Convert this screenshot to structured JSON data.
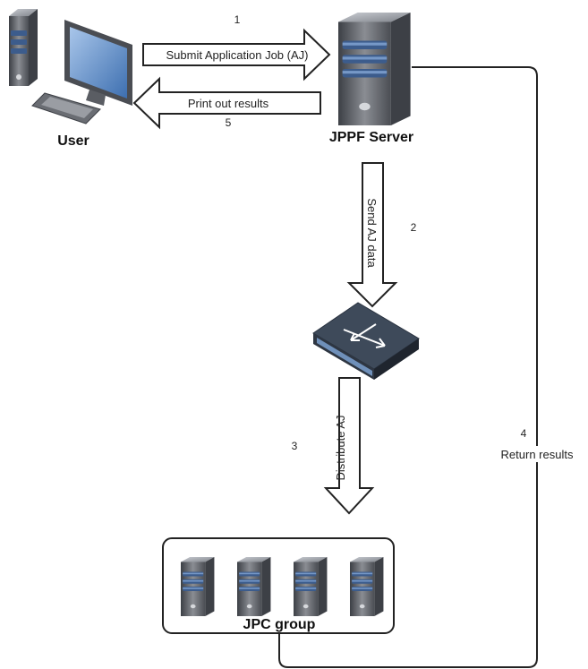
{
  "nodes": {
    "user": "User",
    "server": "JPPF Server",
    "group": "JPC group"
  },
  "edges": {
    "submit": {
      "step": "1",
      "label": "Submit Application Job (AJ)"
    },
    "send": {
      "step": "2",
      "label": "Send AJ data"
    },
    "distribute": {
      "step": "3",
      "label": "Distribute AJ"
    },
    "return": {
      "step": "4",
      "label": "Return results"
    },
    "print": {
      "step": "5",
      "label": "Print out results"
    }
  },
  "icons": {
    "user": "desktop-computer-icon",
    "server": "server-tower-icon",
    "switch": "network-switch-icon",
    "group_servers": [
      "server-tower-icon",
      "server-tower-icon",
      "server-tower-icon",
      "server-tower-icon"
    ]
  },
  "colors": {
    "line": "#222222",
    "server_body": "#5a5d63",
    "server_stripe": "#3c5c8c",
    "screen": "#4a78b8",
    "switch_top": "#3e4a5a"
  }
}
